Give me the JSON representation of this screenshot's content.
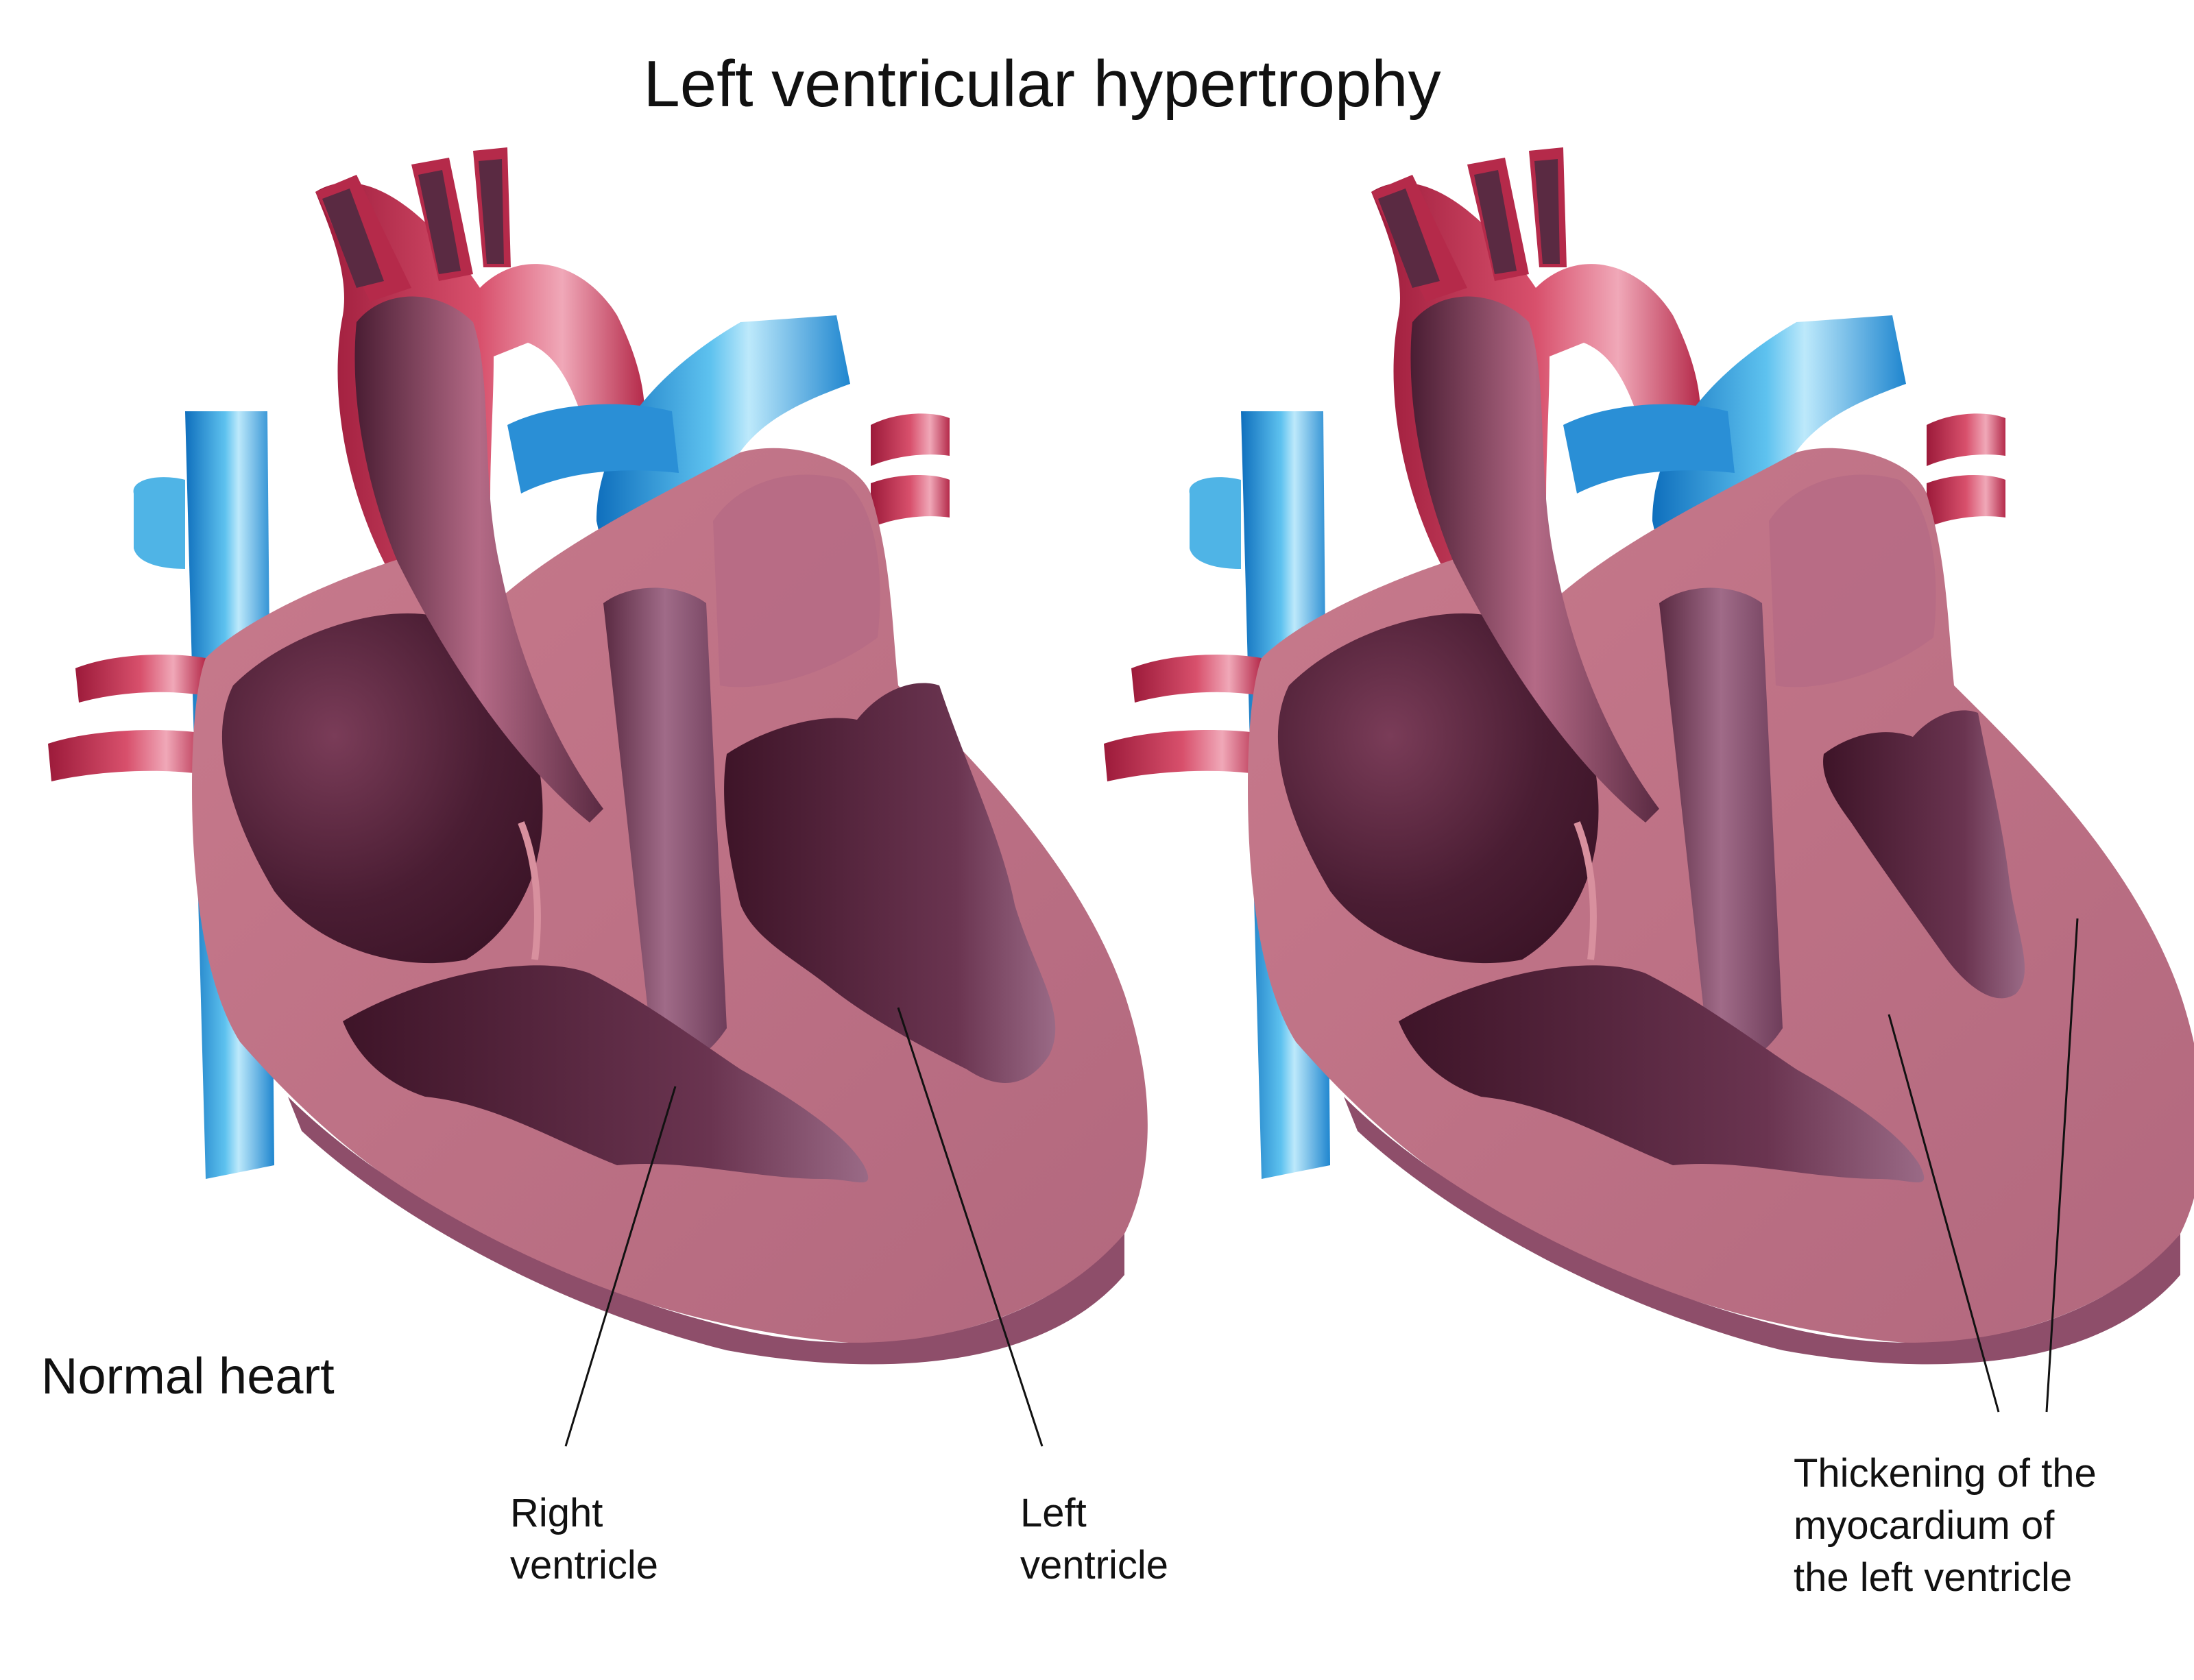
{
  "title": "Left ventricular hypertrophy",
  "labels": {
    "normal_heart": "Normal heart",
    "right_ventricle": "Right\nventricle",
    "left_ventricle": "Left\nventricle",
    "thickening": "Thickening of the\nmyocardium of\nthe left ventricle"
  },
  "colors": {
    "artery_red": "#b52a4a",
    "vein_blue": "#1f86cf",
    "myocardium": "#bd7282",
    "myocardium_edge": "#8e4e6a",
    "chamber_dark": "#4a1d33",
    "background": "#ffffff"
  }
}
